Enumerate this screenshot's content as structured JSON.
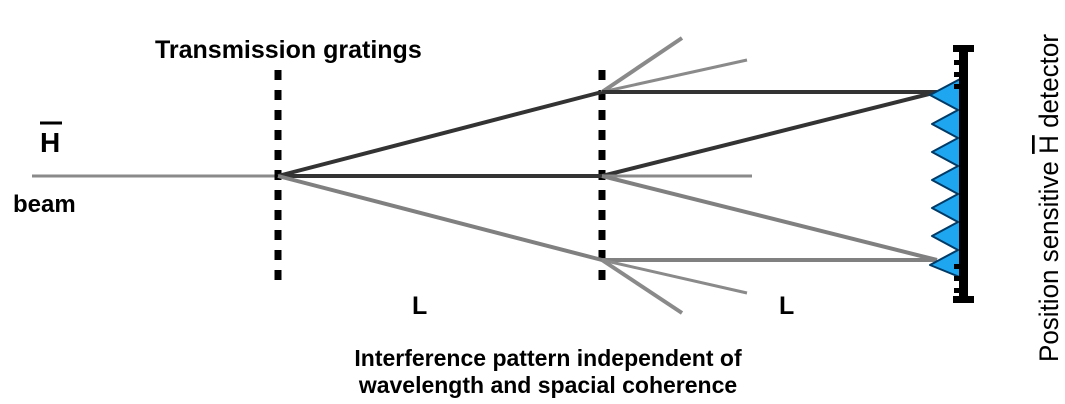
{
  "diagram": {
    "grating_label": "Transmission gratings",
    "beam_symbol": "H",
    "beam_word": "beam",
    "distance_label_1": "L",
    "distance_label_2": "L",
    "detector_label_prefix": "Position sensitive ",
    "detector_label_symbol": "H",
    "detector_label_suffix": " detector",
    "caption_line_1": "Interference pattern independent of",
    "caption_line_2": "wavelength and spacial coherence"
  },
  "colors": {
    "dark_ray": "#333333",
    "light_ray": "#808080",
    "grating": "#000000",
    "fringe_fill": "#1ea7f0",
    "detector": "#000000"
  }
}
